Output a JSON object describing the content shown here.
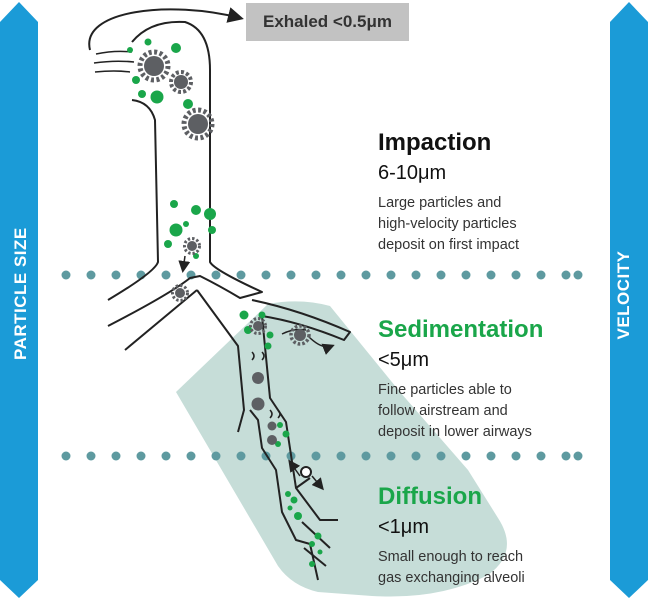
{
  "left_banner": {
    "label": "PARTICLE SIZE",
    "color": "#1b9bd7"
  },
  "right_banner": {
    "label": "VELOCITY",
    "color": "#1b9bd7"
  },
  "exhaled": {
    "label": "Exhaled <0.5μm"
  },
  "mechanisms": [
    {
      "title": "Impaction",
      "size": "6-10μm",
      "desc": [
        "Large particles and",
        "high-velocity particles",
        "deposit on first impact"
      ]
    },
    {
      "title": "Sedimentation",
      "size": "<5μm",
      "desc": [
        "Fine particles able to",
        "follow airstream and",
        "deposit in lower airways"
      ]
    },
    {
      "title": "Diffusion",
      "size": "<1μm",
      "desc": [
        "Small enough to reach",
        "gas exchanging alveoli"
      ]
    }
  ],
  "colors": {
    "green": "#1aa64a",
    "particle_gray": "#5d5f63",
    "region": "#c6ddd8",
    "dots": "#5e9aa0"
  }
}
